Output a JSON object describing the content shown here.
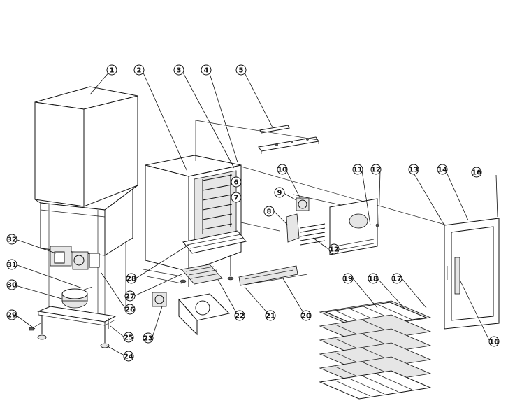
{
  "callouts": [
    {
      "n": "1"
    },
    {
      "n": "2"
    },
    {
      "n": "3"
    },
    {
      "n": "4"
    },
    {
      "n": "5"
    },
    {
      "n": "6"
    },
    {
      "n": "7"
    },
    {
      "n": "8"
    },
    {
      "n": "9"
    },
    {
      "n": "10"
    },
    {
      "n": "11"
    },
    {
      "n": "12"
    },
    {
      "n": "12"
    },
    {
      "n": "13"
    },
    {
      "n": "14"
    },
    {
      "n": "16"
    },
    {
      "n": "16"
    },
    {
      "n": "17"
    },
    {
      "n": "18"
    },
    {
      "n": "19"
    },
    {
      "n": "20"
    },
    {
      "n": "21"
    },
    {
      "n": "22"
    },
    {
      "n": "23"
    },
    {
      "n": "24"
    },
    {
      "n": "25"
    },
    {
      "n": "26"
    },
    {
      "n": "27"
    },
    {
      "n": "28"
    },
    {
      "n": "29"
    },
    {
      "n": "30"
    },
    {
      "n": "31"
    },
    {
      "n": "32"
    }
  ]
}
